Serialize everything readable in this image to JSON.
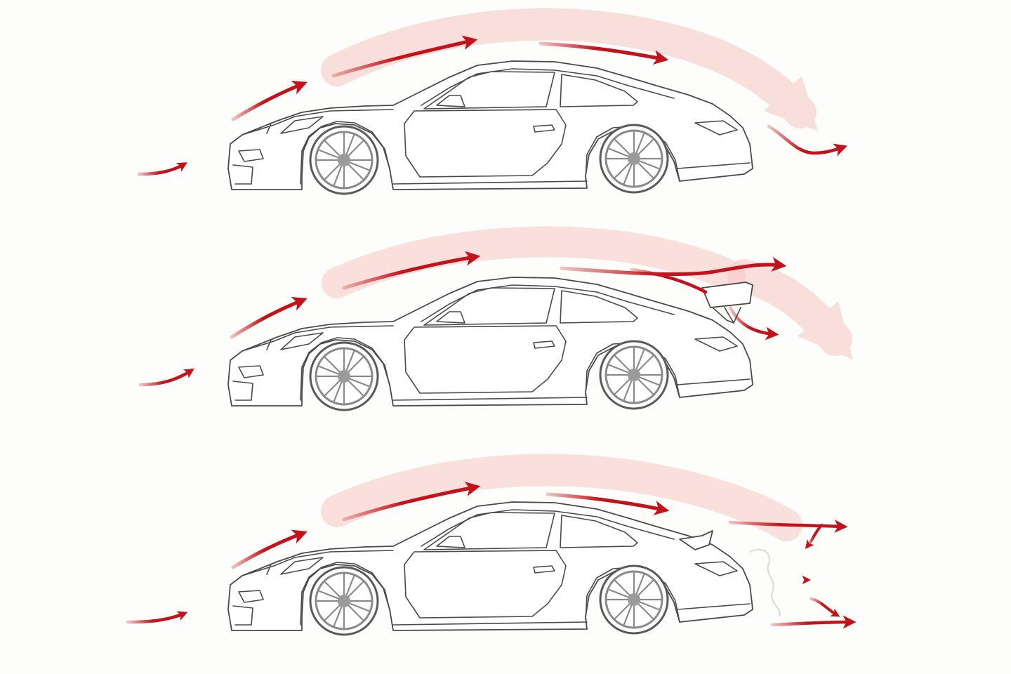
{
  "diagram": {
    "panels": [
      {
        "name": "car-without-wing",
        "rear_device": "none"
      },
      {
        "name": "car-with-rear-wing",
        "rear_device": "wing"
      },
      {
        "name": "car-with-ducktail-spoiler",
        "rear_device": "ducktail"
      }
    ],
    "colors": {
      "airflow_arrow": "#c4121a",
      "airflow_glow": "#f6c8c4",
      "car_outline": "#4a4a4a",
      "wheel": "#8a8a8a",
      "background": "#fdfdfb"
    }
  }
}
